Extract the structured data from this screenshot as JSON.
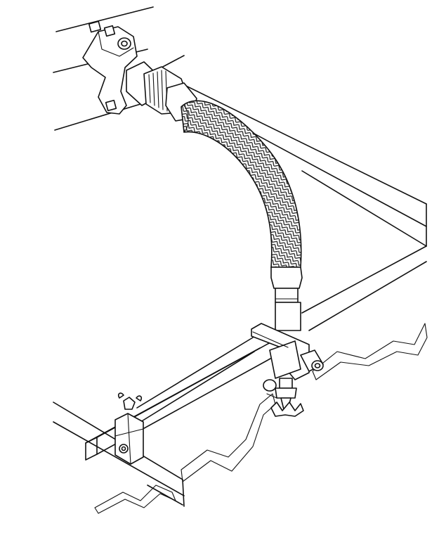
{
  "figure": {
    "colors": {
      "line": "#111111",
      "background": "#ffffff",
      "ceiling_edge": "#bdbdbd"
    },
    "parts": [
      "branch-line-pipe",
      "pipe-clamp",
      "hose-coupling",
      "braided-flexible-hose",
      "reducer-fitting",
      "support-bracket",
      "sprinkler-head",
      "ceiling-grid-tee",
      "square-support-bar",
      "wing-nut-clip",
      "ceiling-tile-cut-edge"
    ]
  }
}
